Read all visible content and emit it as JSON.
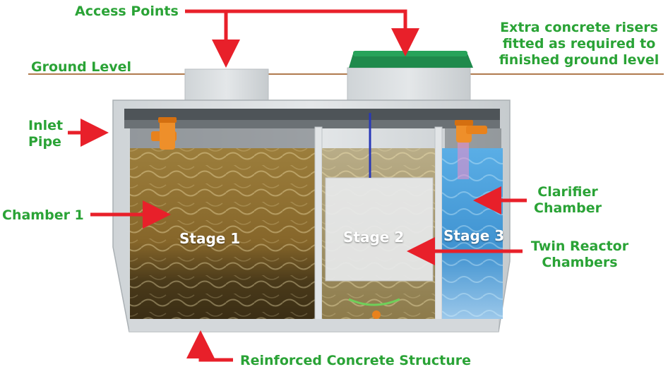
{
  "labels": {
    "access_points": "Access Points",
    "extra_risers": [
      "Extra concrete risers",
      "fitted as required to",
      "finished ground level"
    ],
    "ground_level": "Ground Level",
    "inlet_pipe": [
      "Inlet",
      "Pipe"
    ],
    "chamber_1": "Chamber 1",
    "clarifier": [
      "Clarifier",
      "Chamber"
    ],
    "twin_reactor": [
      "Twin Reactor",
      "Chambers"
    ],
    "reinforced": "Reinforced Concrete Structure"
  },
  "stages": {
    "stage1": "Stage 1",
    "stage2": "Stage 2",
    "stage3": "Stage 3"
  },
  "colors": {
    "label_green": "#2aa336",
    "arrow_red": "#e8202a",
    "ground_line": "#b07a4e",
    "concrete": "#d9dde0",
    "lid_green": "#1f8a4c",
    "pipe_orange": "#e8821c",
    "stage1_water": "#8a6a2e",
    "stage2_water": "#a89a70",
    "stage3_water": "#4a9fd8"
  },
  "icons": [
    "inlet-pipe-icon",
    "outlet-pipe-icon",
    "access-lid-icon",
    "aerator-icon"
  ]
}
